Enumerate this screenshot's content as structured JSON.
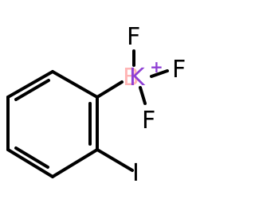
{
  "molecule": {
    "atoms": {
      "F_top": "F",
      "F_right": "F",
      "F_bottom": "F",
      "B": "B",
      "K": "K",
      "K_charge": "+",
      "I": "I"
    },
    "colors": {
      "bond": "#000000",
      "F": "#000000",
      "B": "#ffb5b5",
      "K": "#8f40d4",
      "I": "#000000",
      "background": "#ffffff"
    }
  }
}
